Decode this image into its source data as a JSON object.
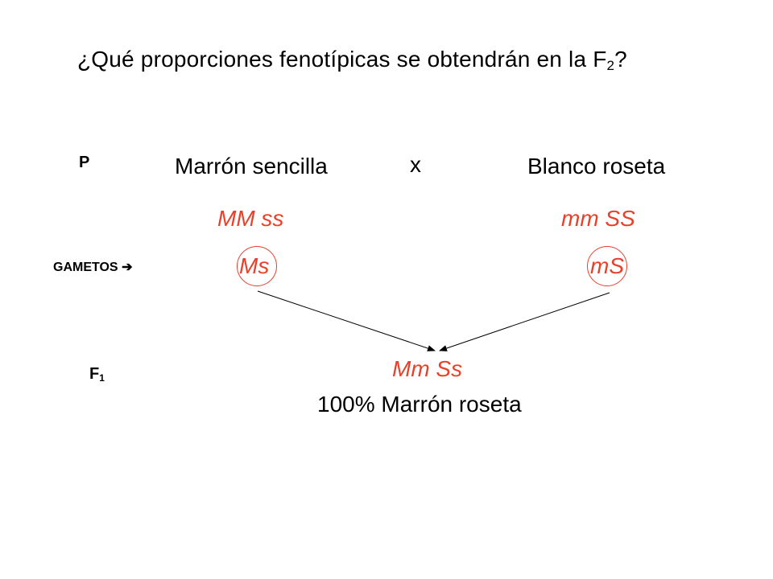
{
  "title": {
    "main": "¿Qué proporciones fenotípicas se obtendrán en la F",
    "subscript": "2",
    "end": "?"
  },
  "row_labels": {
    "parental": "P",
    "gametes": "GAMETOS",
    "gametes_arrow": "➔",
    "f1": "F",
    "f1_subscript": "1"
  },
  "parents": {
    "left_phenotype": "Marrón sencilla",
    "cross_symbol": "x",
    "right_phenotype": "Blanco roseta",
    "left_genotype": "MM ss",
    "right_genotype": "mm SS"
  },
  "gametes": {
    "left": "Ms",
    "right": "mS"
  },
  "f1": {
    "genotype": "Mm Ss",
    "phenotype": "100% Marrón roseta"
  },
  "colors": {
    "genotype": "#e8402a",
    "text": "#000000",
    "background": "#ffffff"
  }
}
